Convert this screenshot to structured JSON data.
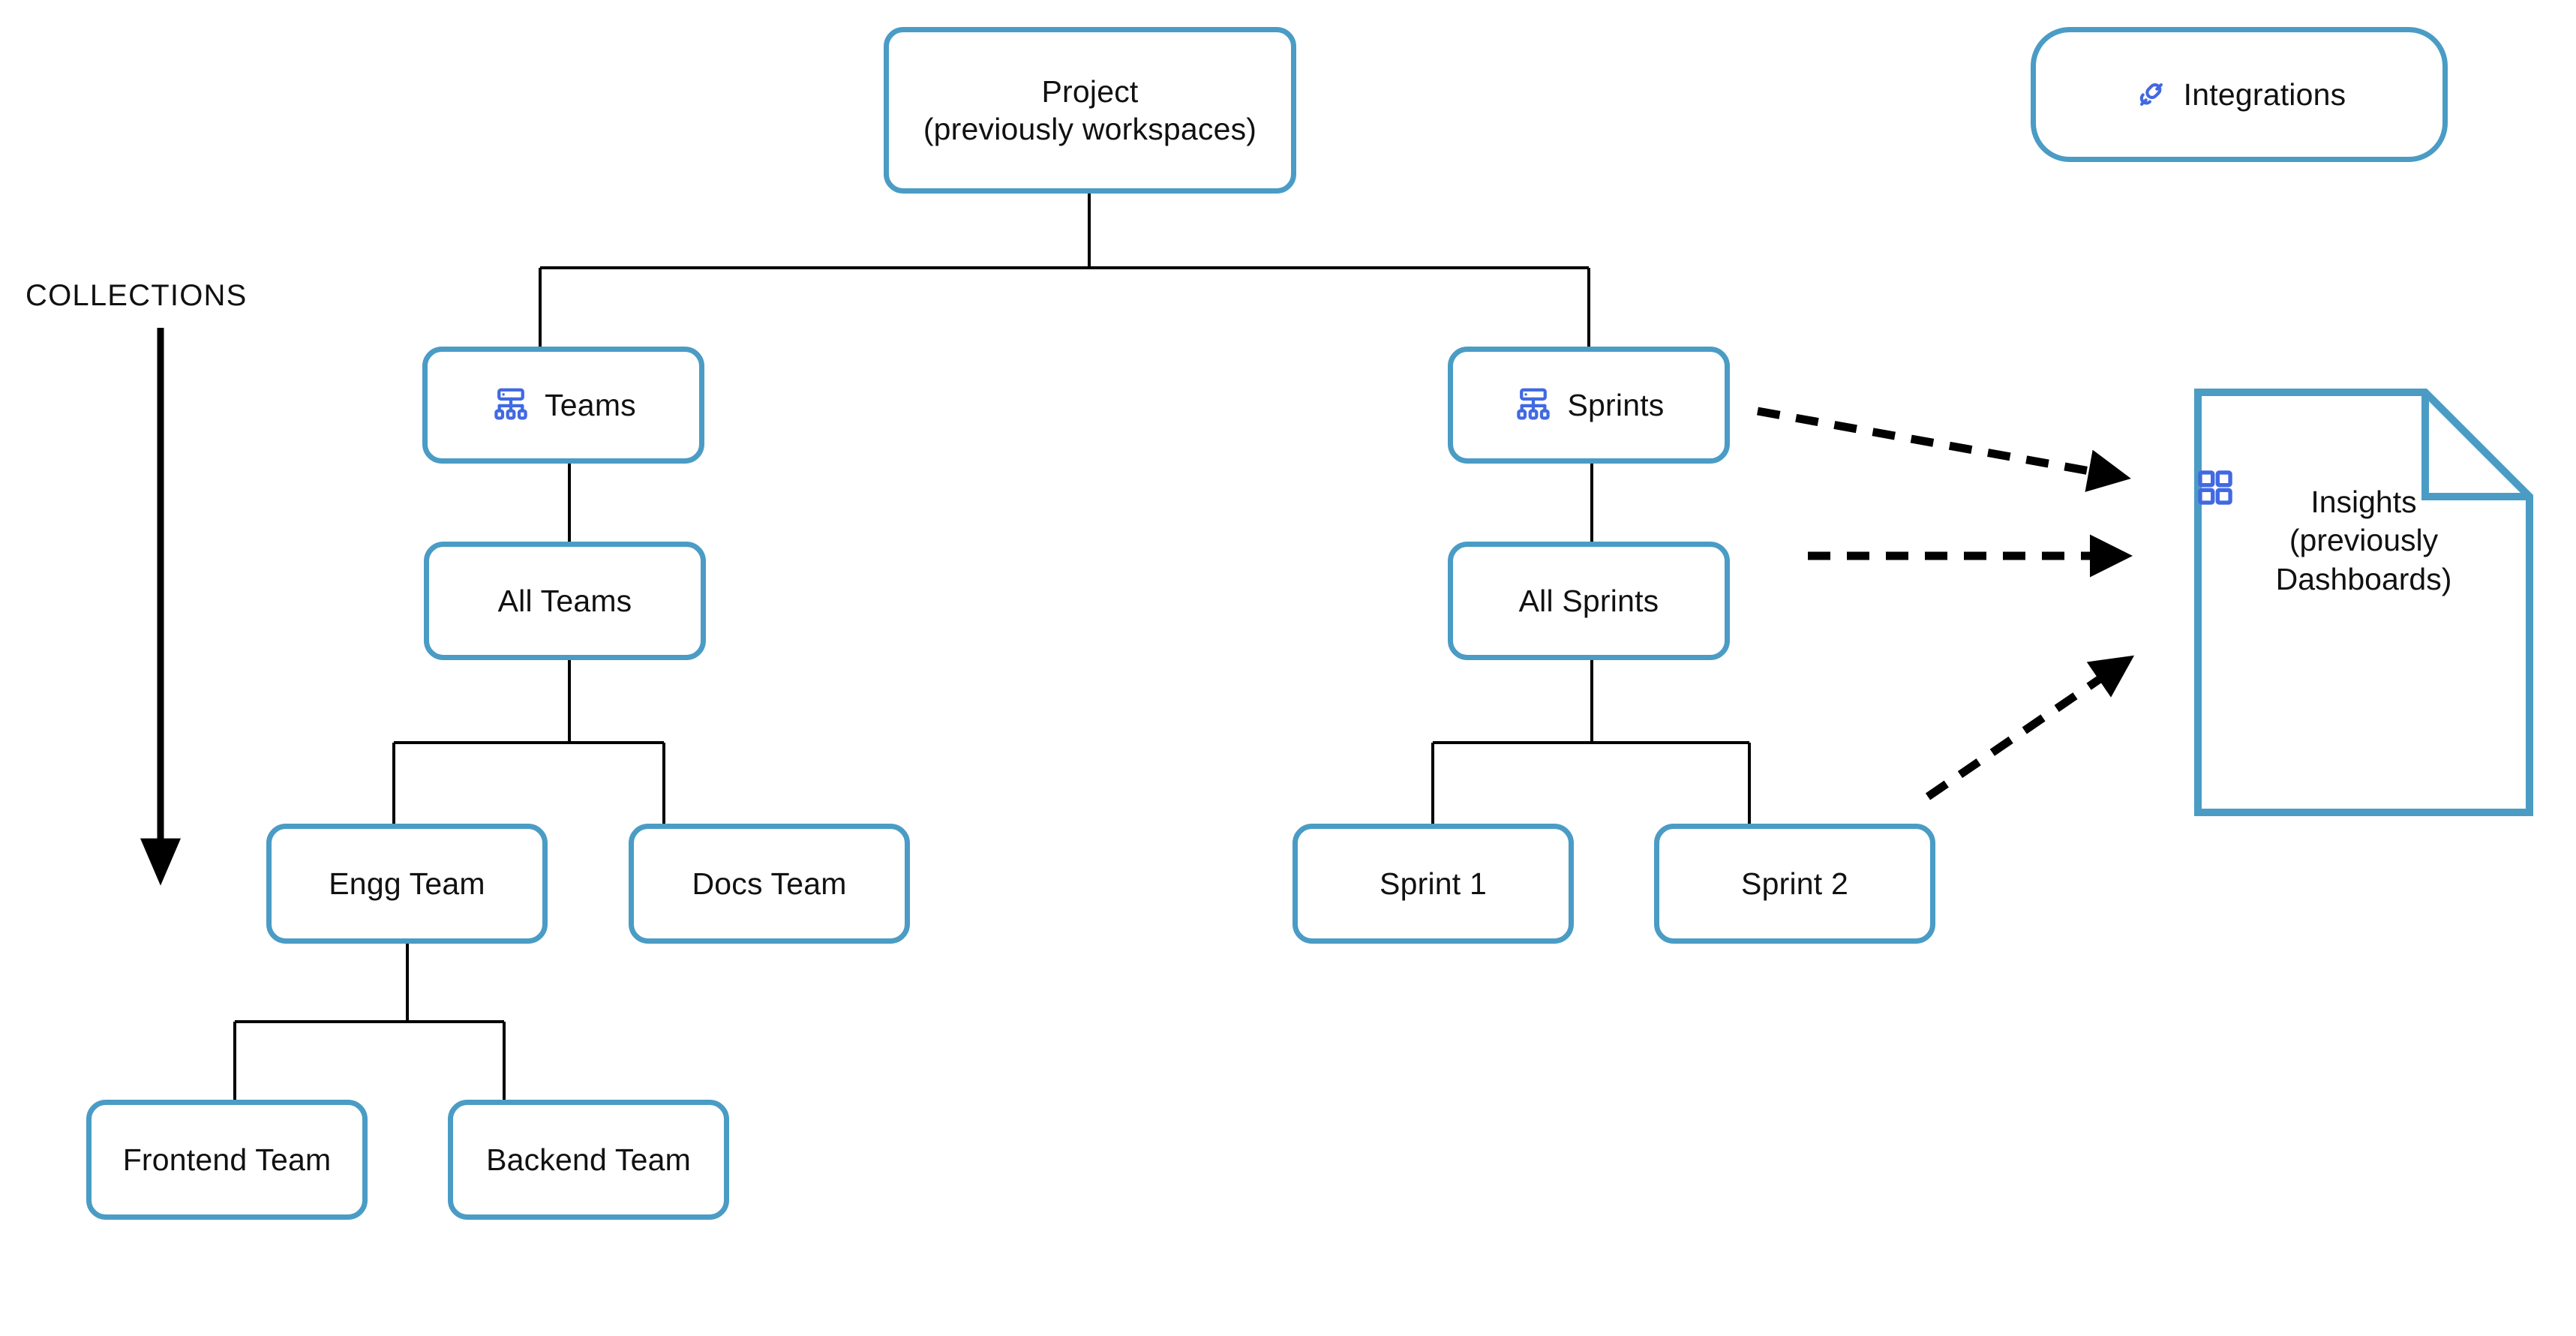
{
  "diagram": {
    "title_note": "COLLECTIONS",
    "colors": {
      "node_border": "#4a9cc5",
      "connector": "#000000",
      "icon_blue": "#4169e1",
      "text": "#111111",
      "background": "#ffffff"
    },
    "annotation": {
      "label": "COLLECTIONS",
      "arrow_direction": "down"
    },
    "nodes": {
      "root": {
        "label": "Project\n(previously workspaces)",
        "icon": null
      },
      "integrations": {
        "label": "Integrations",
        "icon": "plug-connector-icon"
      },
      "teams": {
        "label": "Teams",
        "icon": "hierarchy-icon"
      },
      "sprints": {
        "label": "Sprints",
        "icon": "hierarchy-icon"
      },
      "all_teams": {
        "label": "All Teams",
        "icon": null
      },
      "all_sprints": {
        "label": "All Sprints",
        "icon": null
      },
      "engg_team": {
        "label": "Engg Team",
        "icon": null
      },
      "docs_team": {
        "label": "Docs Team",
        "icon": null
      },
      "sprint_1": {
        "label": "Sprint 1",
        "icon": null
      },
      "sprint_2": {
        "label": "Sprint 2",
        "icon": null
      },
      "frontend_team": {
        "label": "Frontend Team",
        "icon": null
      },
      "backend_team": {
        "label": "Backend Team",
        "icon": null
      },
      "insights": {
        "label": "Insights\n(previously\nDashboards)",
        "icon": "dashboard-grid-icon"
      }
    },
    "edges": [
      {
        "from": "root",
        "to": "teams",
        "style": "solid"
      },
      {
        "from": "root",
        "to": "sprints",
        "style": "solid"
      },
      {
        "from": "teams",
        "to": "all_teams",
        "style": "solid"
      },
      {
        "from": "all_teams",
        "to": "engg_team",
        "style": "solid"
      },
      {
        "from": "all_teams",
        "to": "docs_team",
        "style": "solid"
      },
      {
        "from": "engg_team",
        "to": "frontend_team",
        "style": "solid"
      },
      {
        "from": "engg_team",
        "to": "backend_team",
        "style": "solid"
      },
      {
        "from": "sprints",
        "to": "all_sprints",
        "style": "solid"
      },
      {
        "from": "all_sprints",
        "to": "sprint_1",
        "style": "solid"
      },
      {
        "from": "all_sprints",
        "to": "sprint_2",
        "style": "solid"
      },
      {
        "from": "sprints",
        "to": "insights",
        "style": "dashed-arrow"
      },
      {
        "from": "all_sprints",
        "to": "insights",
        "style": "dashed-arrow"
      },
      {
        "from": "sprint_2",
        "to": "insights",
        "style": "dashed-arrow"
      }
    ]
  }
}
